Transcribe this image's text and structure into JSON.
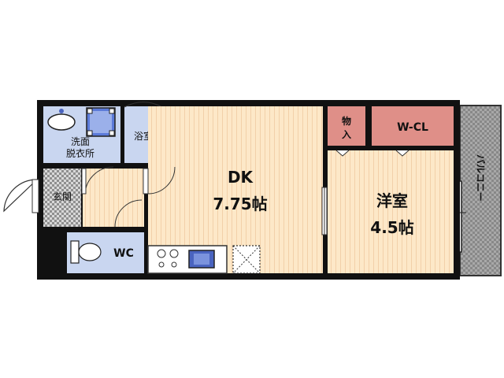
{
  "floorplan": {
    "rooms": {
      "dk": {
        "name": "DK",
        "size": "7.75帖"
      },
      "western": {
        "name": "洋室",
        "size": "4.5帖"
      },
      "wcl": {
        "name": "W-CL"
      },
      "storage": {
        "name_line1": "物",
        "name_line2": "入"
      },
      "bath": {
        "name": "浴室"
      },
      "washroom": {
        "name_line1": "洗面",
        "name_line2": "脱衣所"
      },
      "entrance": {
        "name": "玄関"
      },
      "toilet": {
        "name": "WC"
      },
      "balcony": {
        "name": "バルコニー"
      }
    },
    "colors": {
      "wood_floor": "#fde8c8",
      "wood_lines": "#e8b98a",
      "tile_blue": "#c9d6f0",
      "closet_pink": "#df8f88",
      "wall": "#111111",
      "balcony_gray": "#9a9a9a",
      "entrance_gray": "#b5b5b5"
    }
  }
}
